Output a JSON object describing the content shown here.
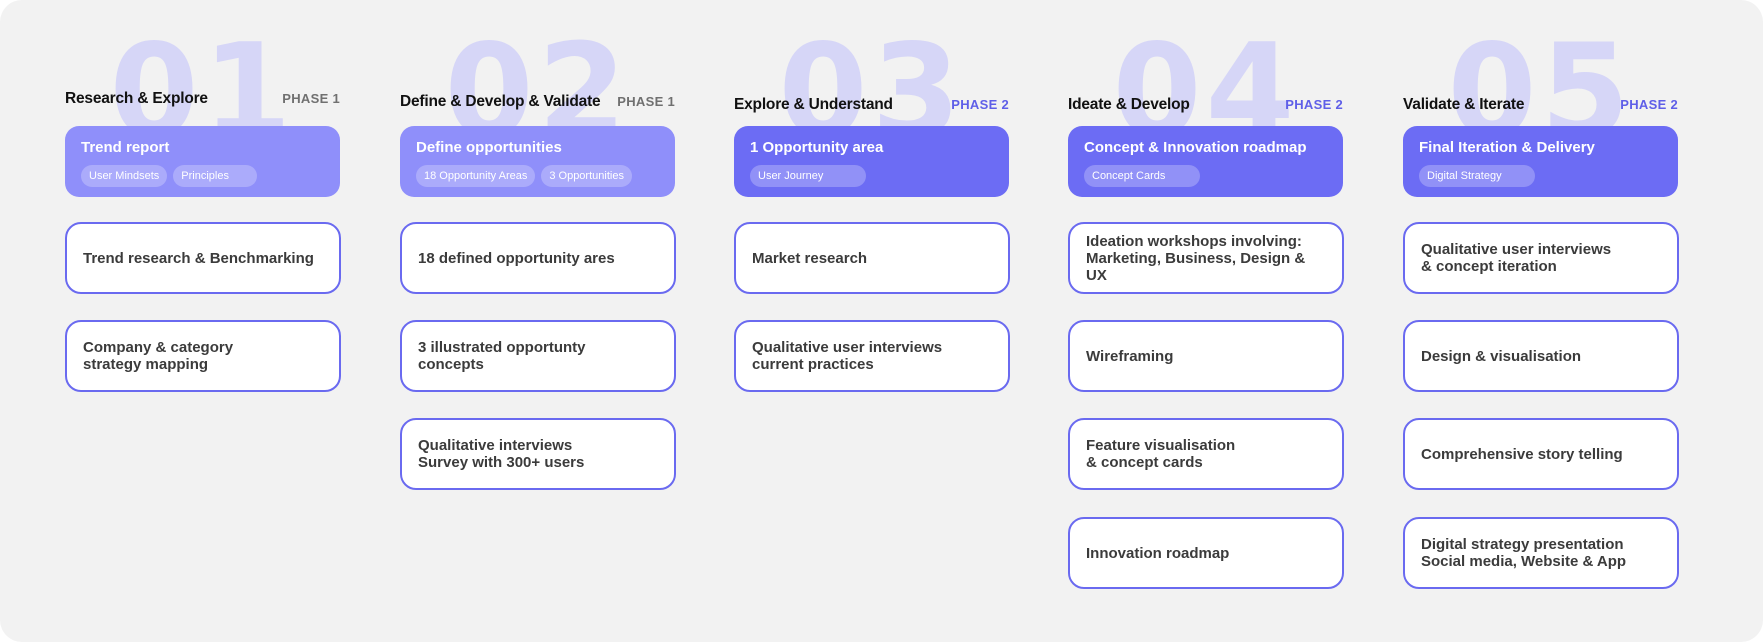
{
  "phases": [
    {
      "number": "01",
      "title": "Research & Explore",
      "phase_label": "PHASE 1",
      "summary_title": "Trend report",
      "tags": [
        "User Mindsets",
        "Principles"
      ],
      "tasks": [
        "Trend research & Benchmarking",
        "Company & category\nstrategy mapping"
      ]
    },
    {
      "number": "02",
      "title": "Define & Develop & Validate",
      "phase_label": "PHASE 1",
      "summary_title": "Define opportunities",
      "tags": [
        "18 Opportunity Areas",
        "3 Opportunities"
      ],
      "tasks": [
        "18 defined opportunity ares",
        "3 illustrated opportunty\nconcepts",
        "Qualitative interviews\nSurvey with 300+ users"
      ]
    },
    {
      "number": "03",
      "title": "Explore & Understand",
      "phase_label": "PHASE 2",
      "summary_title": "1 Opportunity area",
      "tags": [
        "User Journey"
      ],
      "tasks": [
        "Market research",
        "Qualitative user interviews\ncurrent practices"
      ]
    },
    {
      "number": "04",
      "title": "Ideate & Develop",
      "phase_label": "PHASE 2",
      "summary_title": "Concept & Innovation roadmap",
      "tags": [
        "Concept Cards"
      ],
      "tasks": [
        "Ideation workshops involving:\nMarketing, Business, Design & UX",
        "Wireframing",
        "Feature visualisation\n& concept cards",
        "Innovation roadmap"
      ]
    },
    {
      "number": "05",
      "title": "Validate & Iterate",
      "phase_label": "PHASE 2",
      "summary_title": "Final Iteration & Delivery",
      "tags": [
        "Digital Strategy"
      ],
      "tasks": [
        "Qualitative user interviews\n& concept iteration",
        "Design & visualisation",
        "Comprehensive story telling",
        "Digital strategy presentation\nSocial media, Website & App"
      ]
    }
  ],
  "colors": {
    "background": "#f2f2f2",
    "phase1_card": "#8f8ffa",
    "phase2_card": "#6c6cf4",
    "accent": "#6a6af0",
    "big_number": "#d6d6f7"
  }
}
